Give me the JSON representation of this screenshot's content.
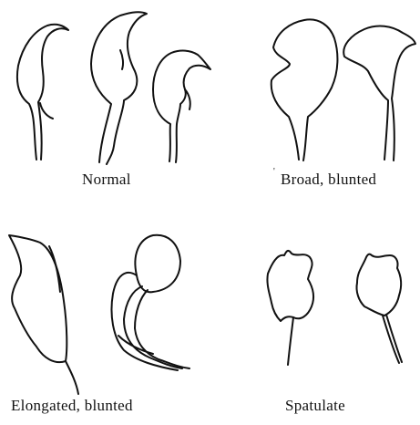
{
  "groups": [
    {
      "caption": "Normal"
    },
    {
      "caption": "Broad, blunted"
    },
    {
      "caption": "Elongated, blunted"
    },
    {
      "caption": "Spatulate"
    }
  ],
  "stray_mark": "'"
}
